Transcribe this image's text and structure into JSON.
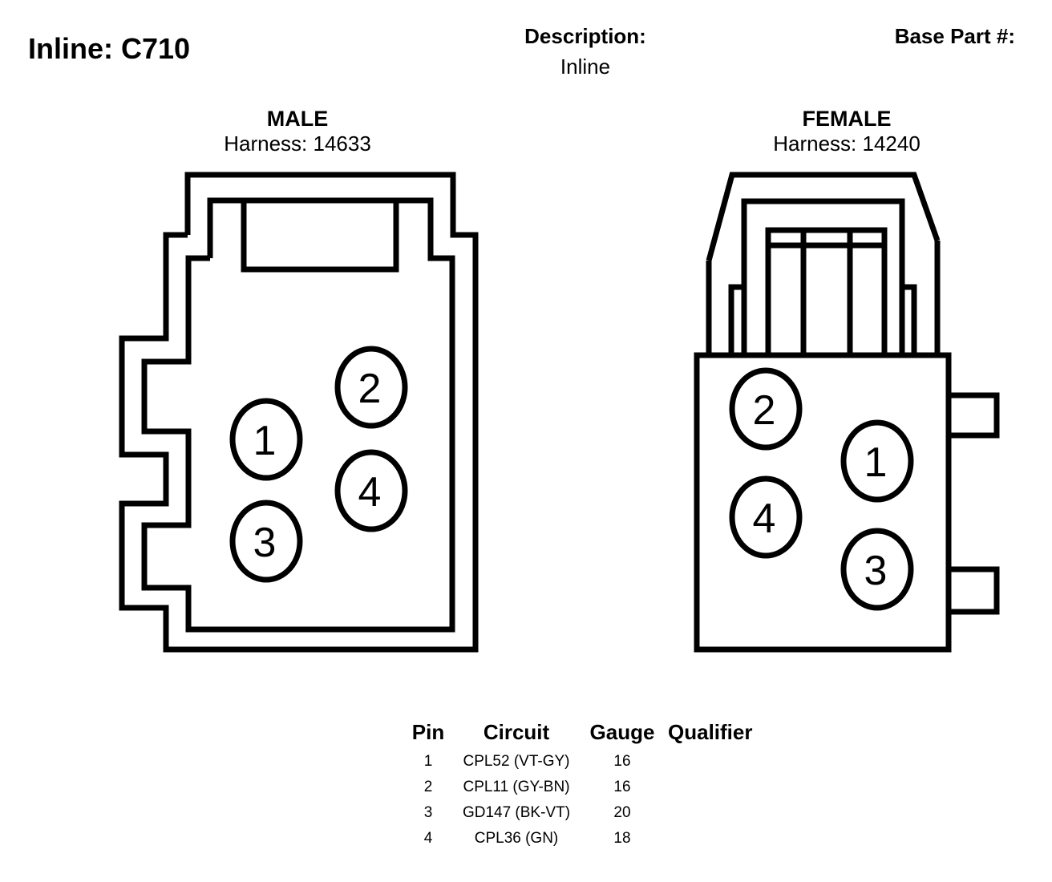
{
  "header": {
    "title": "Inline: C710",
    "description_label": "Description:",
    "description_value": "Inline",
    "base_part_label": "Base Part #:"
  },
  "male": {
    "label": "MALE",
    "harness": "Harness: 14633",
    "pins": [
      "1",
      "2",
      "3",
      "4"
    ]
  },
  "female": {
    "label": "FEMALE",
    "harness": "Harness: 14240",
    "pins": [
      "1",
      "2",
      "3",
      "4"
    ]
  },
  "pin_table": {
    "headers": [
      "Pin",
      "Circuit",
      "Gauge",
      "Qualifier"
    ],
    "rows": [
      {
        "pin": "1",
        "circuit": "CPL52 (VT-GY)",
        "gauge": "16",
        "qualifier": ""
      },
      {
        "pin": "2",
        "circuit": "CPL11 (GY-BN)",
        "gauge": "16",
        "qualifier": ""
      },
      {
        "pin": "3",
        "circuit": "GD147 (BK-VT)",
        "gauge": "20",
        "qualifier": ""
      },
      {
        "pin": "4",
        "circuit": "CPL36 (GN)",
        "gauge": "18",
        "qualifier": ""
      }
    ]
  },
  "colors": {
    "line": "#000000",
    "background": "#ffffff"
  }
}
